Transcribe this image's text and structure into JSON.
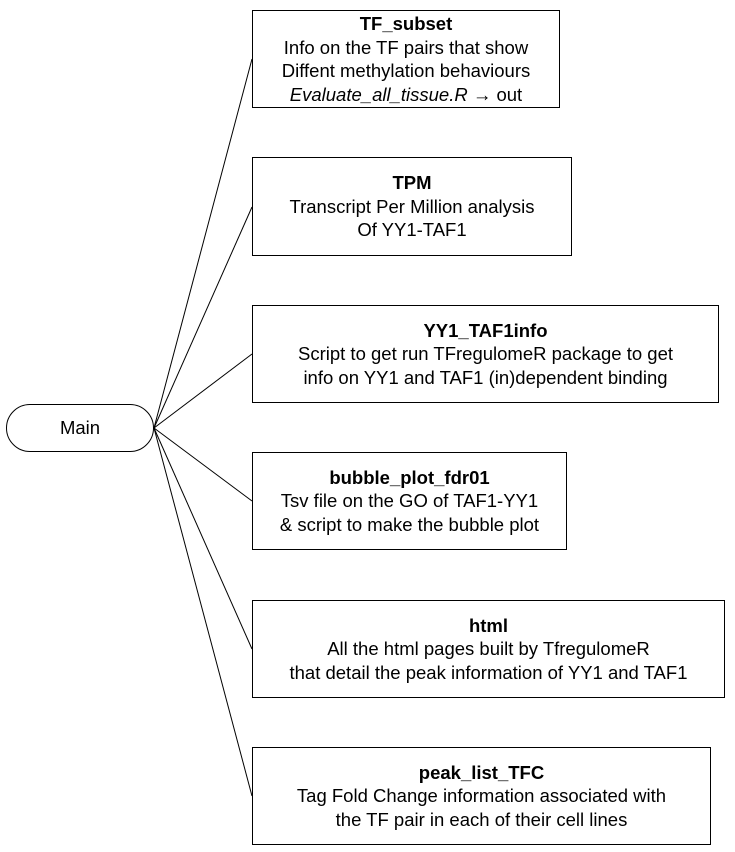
{
  "root": {
    "label": "Main"
  },
  "nodes": [
    {
      "title": "TF_subset",
      "lines": [
        "Info on the TF pairs that show",
        "Diffent methylation behaviours"
      ],
      "script": {
        "name": "Evaluate_all_tissue.R",
        "suffix": " → out"
      }
    },
    {
      "title": "TPM",
      "lines": [
        "Transcript Per Million analysis",
        "Of YY1-TAF1"
      ]
    },
    {
      "title": "YY1_TAF1info",
      "lines": [
        "Script to get run TFregulomeR package to get",
        "info on YY1 and TAF1 (in)dependent binding"
      ]
    },
    {
      "title": "bubble_plot_fdr01",
      "lines": [
        "Tsv file on the GO of TAF1-YY1",
        "& script to make the bubble plot"
      ]
    },
    {
      "title": "html",
      "lines": [
        "All the html pages built by TfregulomeR",
        "that detail the peak information of YY1 and TAF1"
      ]
    },
    {
      "title": "peak_list_TFC",
      "lines": [
        "Tag Fold Change information associated with",
        "the TF pair in each of their cell lines"
      ]
    }
  ]
}
